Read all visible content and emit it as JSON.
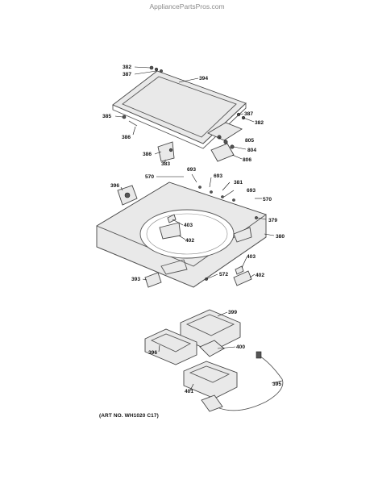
{
  "watermark": "AppliancePartsPros.com",
  "art_number": "(ART NO. WH1020 C17)",
  "callouts": [
    {
      "id": "c382a",
      "text": "382"
    },
    {
      "id": "c387a",
      "text": "387"
    },
    {
      "id": "c394",
      "text": "394"
    },
    {
      "id": "c387b",
      "text": "387"
    },
    {
      "id": "c382b",
      "text": "382"
    },
    {
      "id": "c385",
      "text": "385"
    },
    {
      "id": "c386a",
      "text": "386"
    },
    {
      "id": "c805",
      "text": "805"
    },
    {
      "id": "c804",
      "text": "804"
    },
    {
      "id": "c386b",
      "text": "386"
    },
    {
      "id": "c806",
      "text": "806"
    },
    {
      "id": "c383",
      "text": "383"
    },
    {
      "id": "c693a",
      "text": "693"
    },
    {
      "id": "c570a",
      "text": "570"
    },
    {
      "id": "c693b",
      "text": "693"
    },
    {
      "id": "c381",
      "text": "381"
    },
    {
      "id": "c693c",
      "text": "693"
    },
    {
      "id": "c396a",
      "text": "396"
    },
    {
      "id": "c570b",
      "text": "570"
    },
    {
      "id": "c379",
      "text": "379"
    },
    {
      "id": "c403a",
      "text": "403"
    },
    {
      "id": "c380",
      "text": "380"
    },
    {
      "id": "c402a",
      "text": "402"
    },
    {
      "id": "c403b",
      "text": "403"
    },
    {
      "id": "c572",
      "text": "572"
    },
    {
      "id": "c402b",
      "text": "402"
    },
    {
      "id": "c393",
      "text": "393"
    },
    {
      "id": "c399",
      "text": "399"
    },
    {
      "id": "c396b",
      "text": "396"
    },
    {
      "id": "c400",
      "text": "400"
    },
    {
      "id": "c395",
      "text": "395"
    },
    {
      "id": "c401",
      "text": "401"
    }
  ]
}
